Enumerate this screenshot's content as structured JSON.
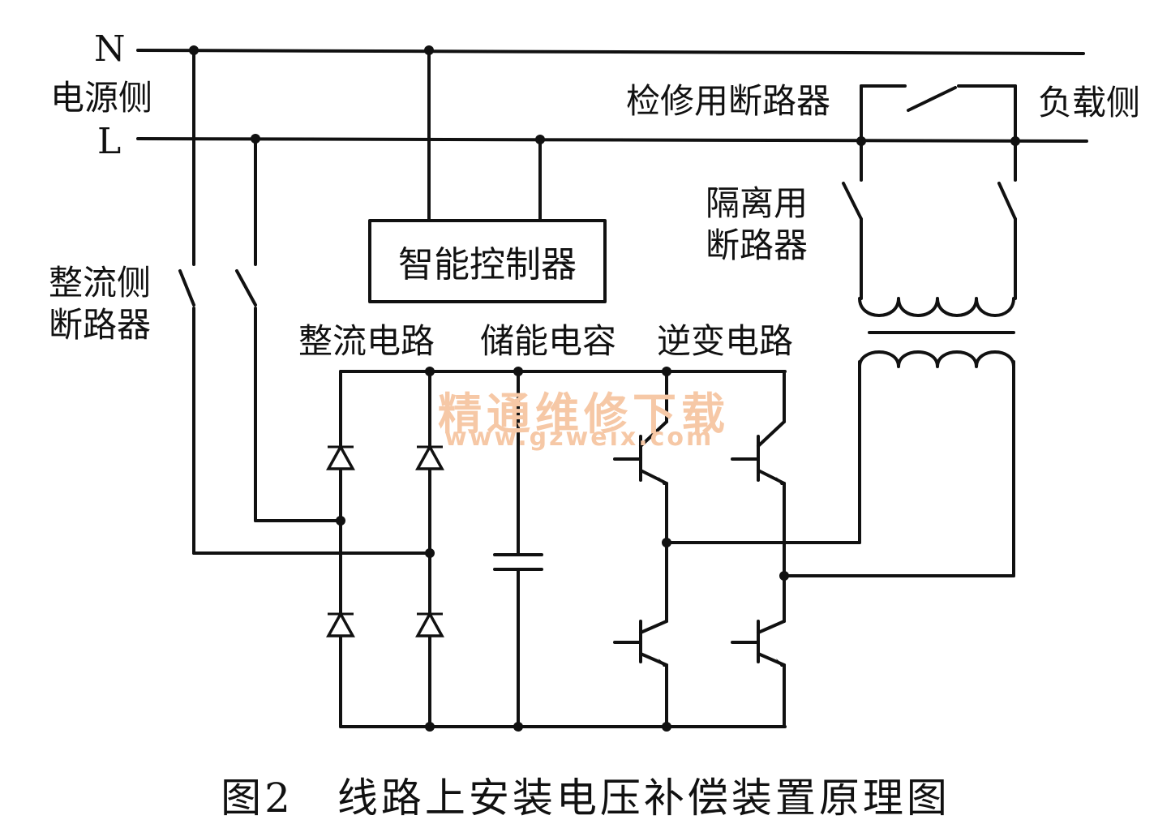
{
  "labels": {
    "neutral": "N",
    "source_side": "电源侧",
    "live": "L",
    "maintenance_breaker": "检修用断路器",
    "load_side": "负载侧",
    "isolation_breaker_line1": "隔离用",
    "isolation_breaker_line2": "断路器",
    "rectifier_breaker_line1": "整流侧",
    "rectifier_breaker_line2": "断路器",
    "controller": "智能控制器",
    "rectifier_circuit": "整流电路",
    "storage_capacitor": "储能电容",
    "inverter_circuit": "逆变电路"
  },
  "caption": "图2　线路上安装电压补偿装置原理图",
  "watermark": {
    "line1": "精通维修下载",
    "line2": "www.gzweix.com"
  },
  "colors": {
    "ink": "#111111",
    "watermark": "#f6c8a6"
  }
}
